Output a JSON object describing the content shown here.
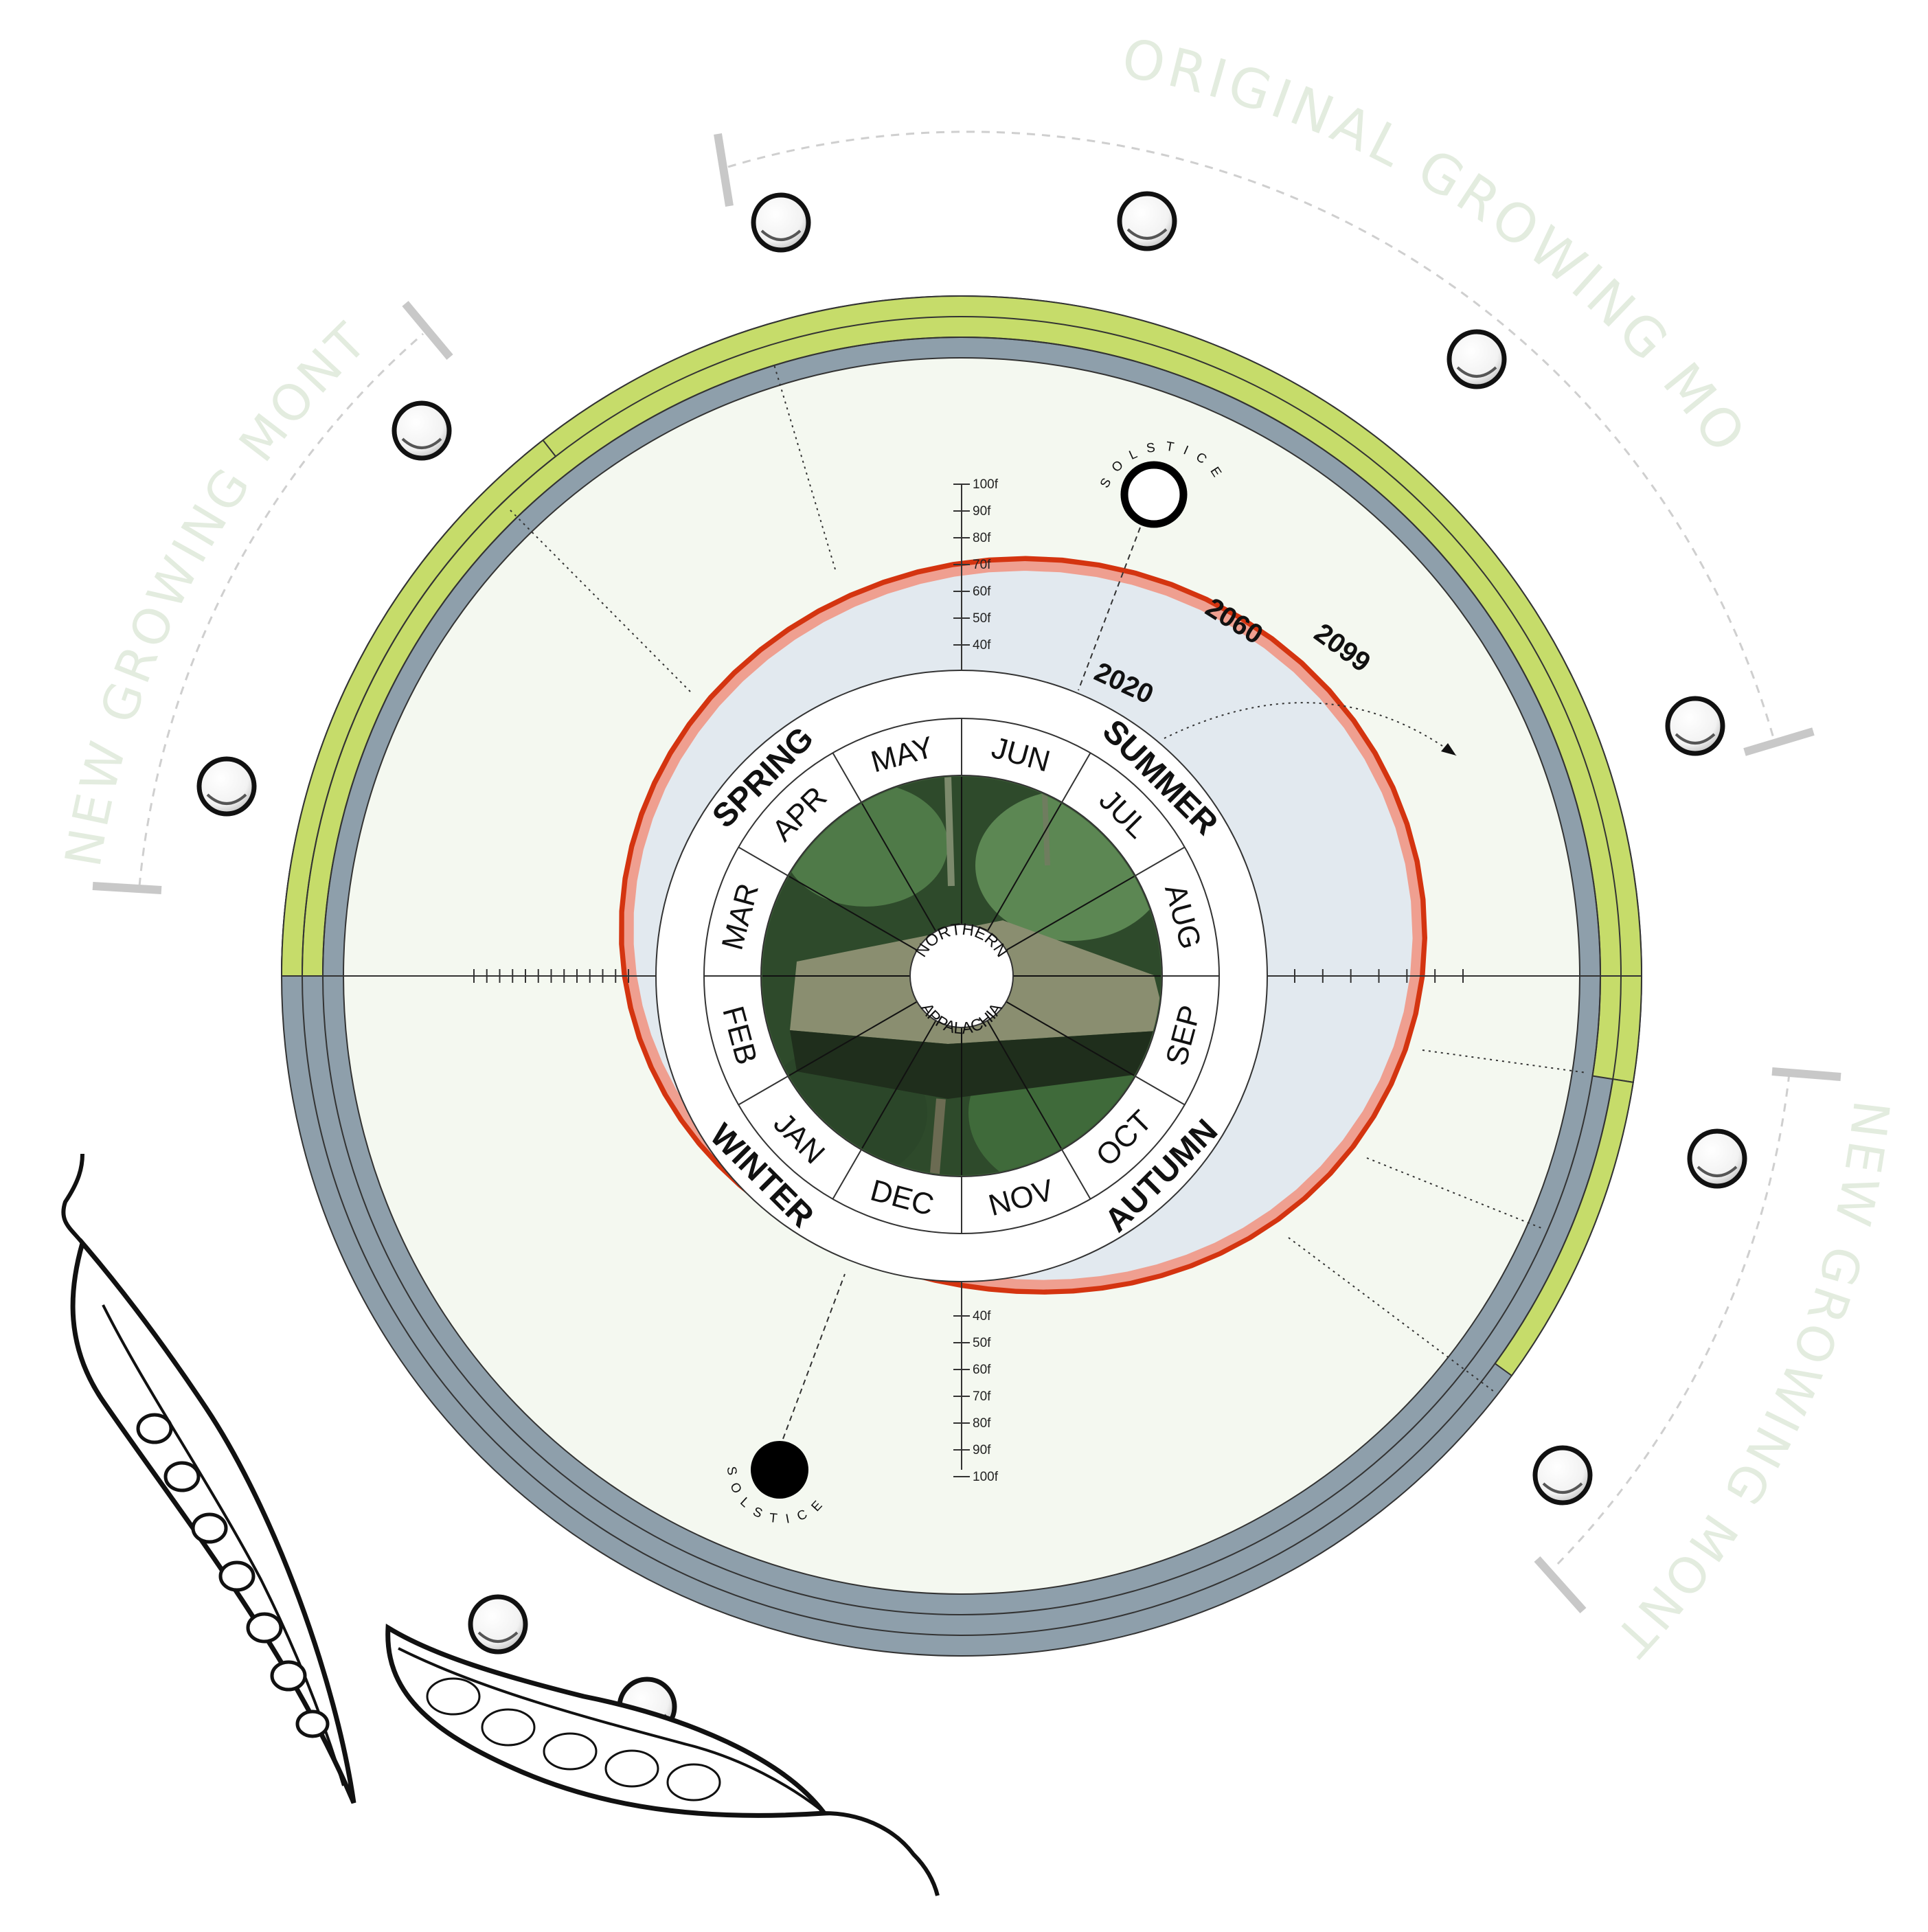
{
  "center_label": [
    "NORTHERN",
    "APPALACHIA"
  ],
  "months": [
    "JUN",
    "JUL",
    "AUG",
    "SEP",
    "OCT",
    "NOV",
    "DEC",
    "JAN",
    "FEB",
    "MAR",
    "APR",
    "MAY"
  ],
  "seasons": [
    "SUMMER",
    "AUTUMN",
    "WINTER",
    "SPRING"
  ],
  "years": [
    "2020",
    "2060",
    "2099"
  ],
  "solstice": "SOLSTICE",
  "temp_scale_upper": [
    "40f",
    "50f",
    "60f",
    "70f",
    "80f",
    "90f",
    "100f"
  ],
  "temp_scale_lower": [
    "40f",
    "50f",
    "60f",
    "70f",
    "80f",
    "90f",
    "100f"
  ],
  "arc_labels": {
    "original": "ORIGINAL GROWING MONTHS",
    "new_left": "NEW GROWING MONTHS",
    "new_right": "NEW GROWING MONTHS"
  },
  "colors": {
    "growing_green": "#c6dc6a",
    "dormant_gray": "#8e9fab",
    "plot_bg": "#f4f8f0",
    "zone_blue": "#e2e9ef",
    "line_2020": "#ef9f90",
    "line_2099": "#d43410",
    "photo_green": "#3b5a36"
  }
}
